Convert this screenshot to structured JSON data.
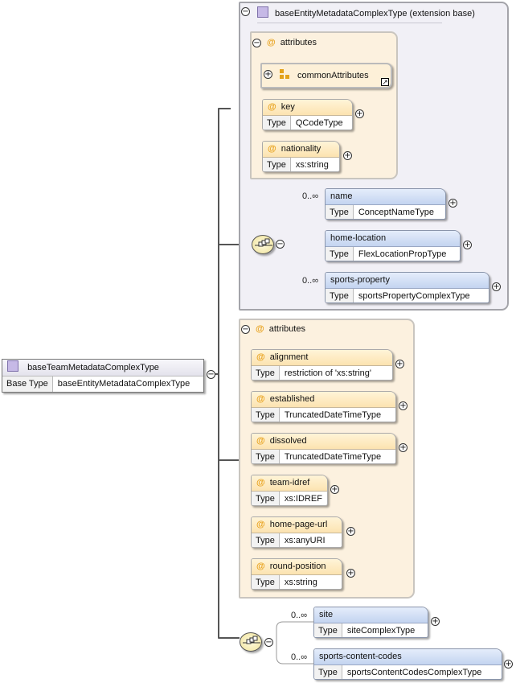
{
  "root": {
    "name": "baseTeamMetadataComplexType",
    "base_type_label": "Base Type",
    "base_type_value": "baseEntityMetadataComplexType"
  },
  "extension": {
    "title": "baseEntityMetadataComplexType (extension base)",
    "attributes_label": "attributes",
    "group_ref": "commonAttributes",
    "attrs": [
      {
        "name": "key",
        "type_label": "Type",
        "type": "QCodeType"
      },
      {
        "name": "nationality",
        "type_label": "Type",
        "type": "xs:string"
      }
    ],
    "elements": [
      {
        "name": "name",
        "occurrence": "0..∞",
        "type_label": "Type",
        "type": "ConceptNameType"
      },
      {
        "name": "home-location",
        "occurrence": "",
        "type_label": "Type",
        "type": "FlexLocationPropType"
      },
      {
        "name": "sports-property",
        "occurrence": "0..∞",
        "type_label": "Type",
        "type": "sportsPropertyComplexType"
      }
    ]
  },
  "attributes": {
    "label": "attributes",
    "items": [
      {
        "name": "alignment",
        "type_label": "Type",
        "type": "restriction of 'xs:string'"
      },
      {
        "name": "established",
        "type_label": "Type",
        "type": "TruncatedDateTimeType"
      },
      {
        "name": "dissolved",
        "type_label": "Type",
        "type": "TruncatedDateTimeType"
      },
      {
        "name": "team-idref",
        "type_label": "Type",
        "type": "xs:IDREF"
      },
      {
        "name": "home-page-url",
        "type_label": "Type",
        "type": "xs:anyURI"
      },
      {
        "name": "round-position",
        "type_label": "Type",
        "type": "xs:string"
      }
    ]
  },
  "sequence": {
    "elements": [
      {
        "name": "site",
        "occurrence": "0..∞",
        "type_label": "Type",
        "type": "siteComplexType"
      },
      {
        "name": "sports-content-codes",
        "occurrence": "0..∞",
        "type_label": "Type",
        "type": "sportsContentCodesComplexType"
      }
    ]
  },
  "symbols": {
    "collapse": "−",
    "expand": "+",
    "at": "@"
  },
  "colors": {
    "extension_panel": "#f1f0f6",
    "attribute_panel": "#fcf1df",
    "element_header": "#c3d4f0",
    "attribute_header": "#fce3b0",
    "attribute_icon": "#e8a21d",
    "type_icon": "#c6b9e6"
  }
}
